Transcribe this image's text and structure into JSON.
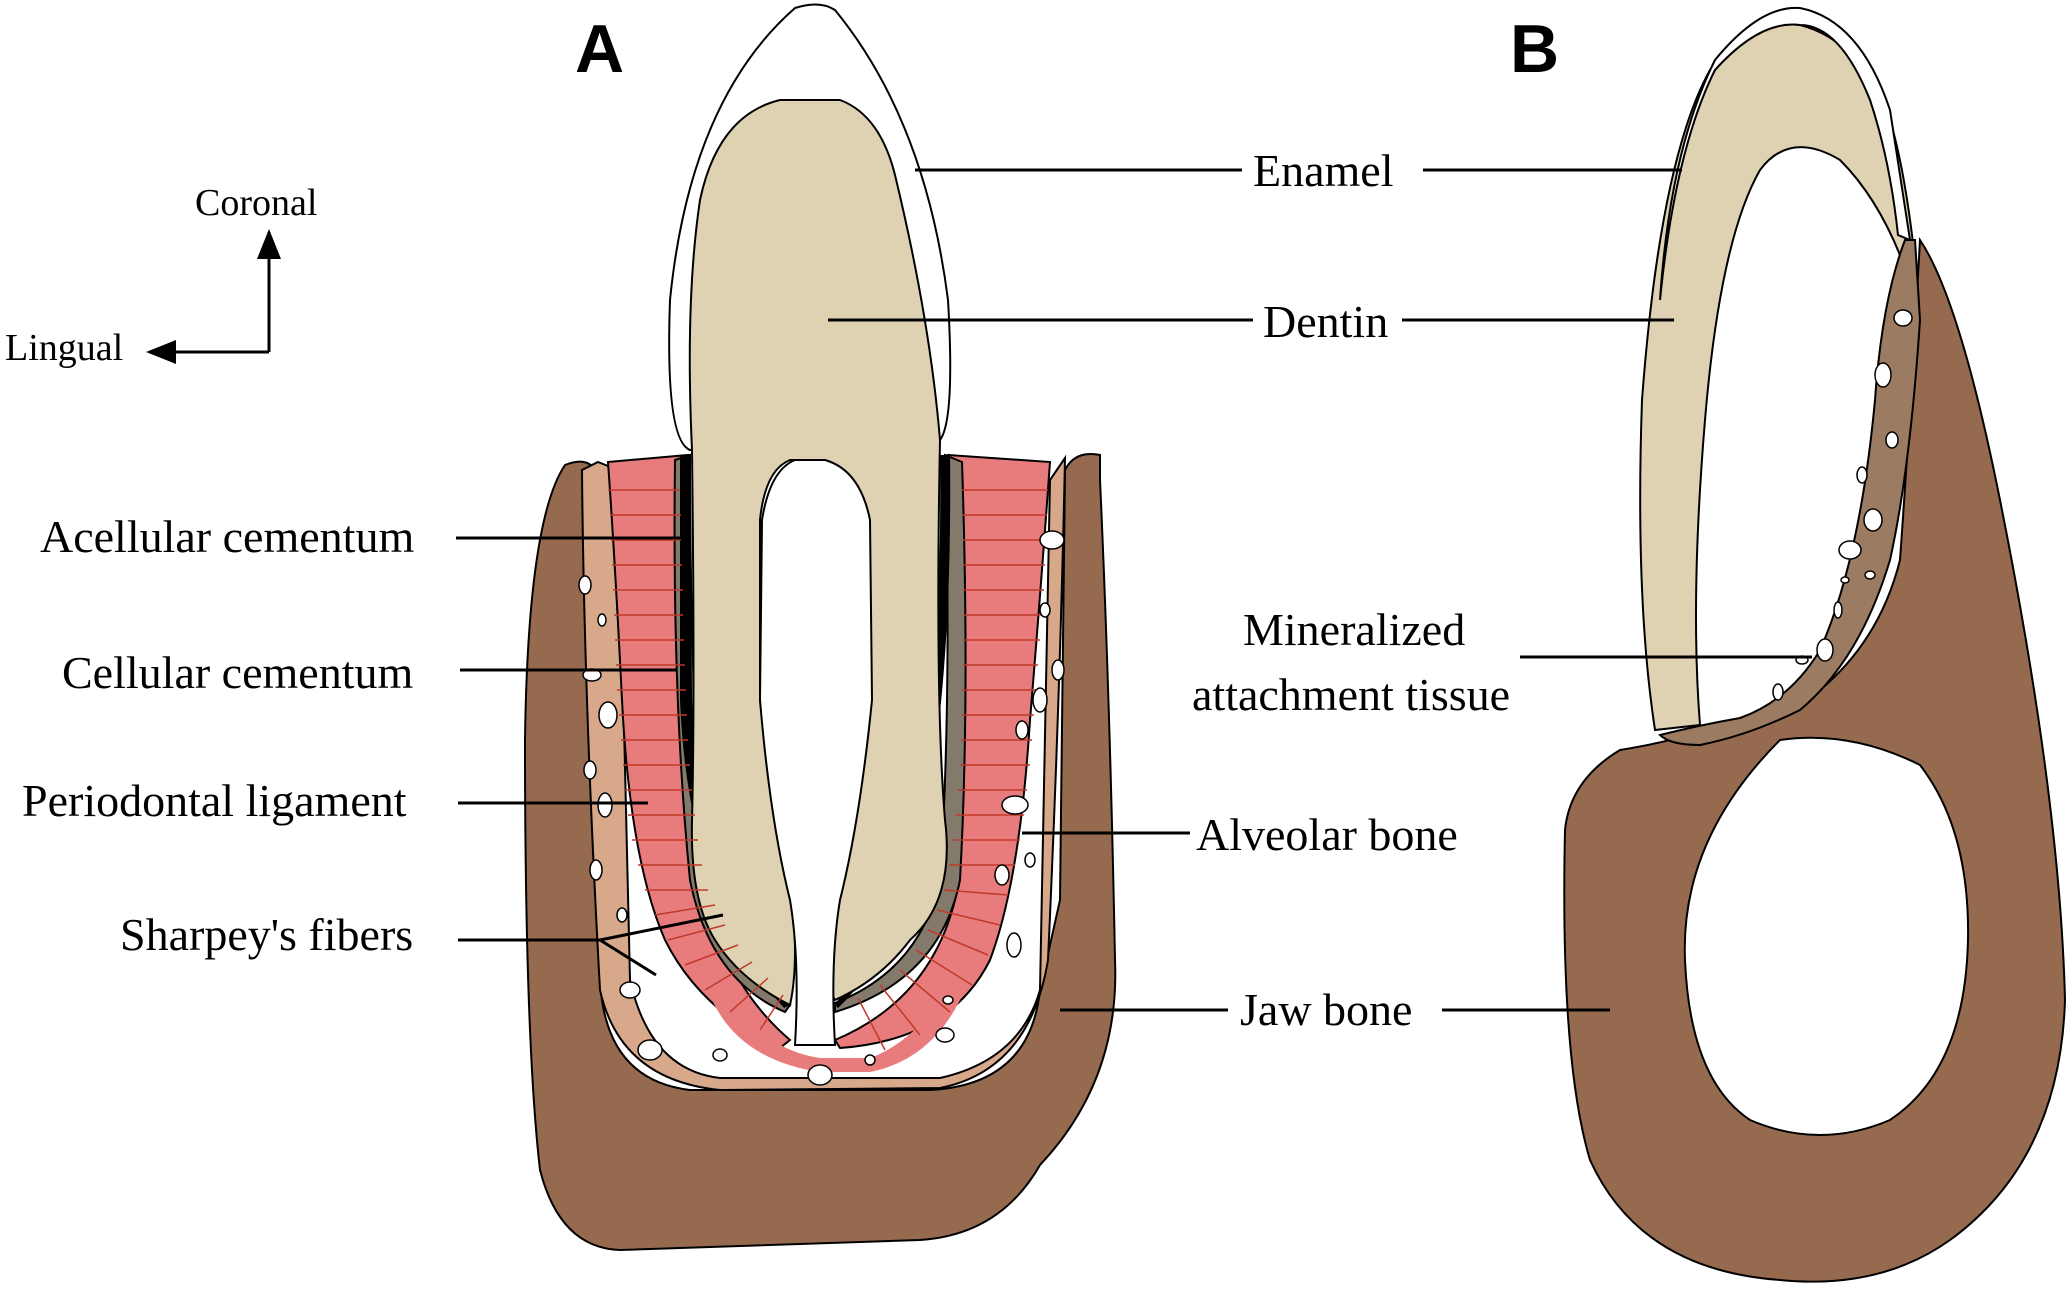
{
  "panels": {
    "a": "A",
    "b": "B"
  },
  "orientation": {
    "up": "Coronal",
    "left": "Lingual"
  },
  "labels": {
    "enamel": "Enamel",
    "dentin": "Dentin",
    "acellular_cementum": "Acellular cementum",
    "cellular_cementum": "Cellular cementum",
    "periodontal_ligament": "Periodontal ligament",
    "sharpeys_fibers": "Sharpey's fibers",
    "alveolar_bone": "Alveolar bone",
    "jaw_bone": "Jaw bone",
    "mineralized_line1": "Mineralized",
    "mineralized_line2": "attachment tissue"
  },
  "colors": {
    "enamel": "#ffffff",
    "dentin": "#dfd2b3",
    "pulp": "#ffffff",
    "cementum_acellular": "#000000",
    "cementum_cellular": "#837a6c",
    "periodontal_ligament": "#e87c7c",
    "sharpeys_fibers": "#c0392b",
    "alveolar_bone": "#d8a88b",
    "jaw_bone": "#956a4e",
    "mineralized_attachment": "#9b7c62"
  }
}
